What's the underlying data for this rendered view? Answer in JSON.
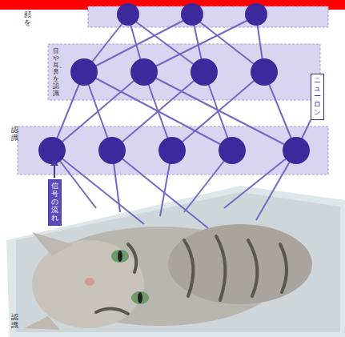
{
  "diagram": {
    "nodes": [
      {
        "text": [
          "ニューロン"
        ]
      },
      {
        "text": [
          "信号の流れ"
        ]
      }
    ],
    "edges": [],
    "labels": [
      "顔を",
      "目や耳、鼻を認識",
      "認識",
      "認識"
    ]
  }
}
